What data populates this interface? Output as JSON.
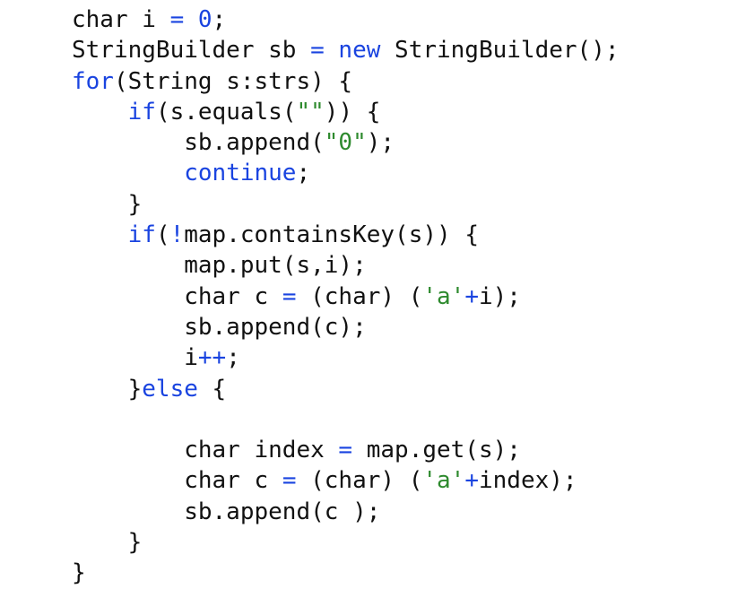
{
  "colors": {
    "keyword": "#1a44e0",
    "string": "#2e8a2e",
    "plain": "#111111"
  },
  "code_lines": [
    [
      {
        "t": "char i ",
        "c": "pl"
      },
      {
        "t": "=",
        "c": "op"
      },
      {
        "t": " ",
        "c": "pl"
      },
      {
        "t": "0",
        "c": "num"
      },
      {
        "t": ";",
        "c": "pl"
      }
    ],
    [
      {
        "t": "StringBuilder sb ",
        "c": "pl"
      },
      {
        "t": "=",
        "c": "op"
      },
      {
        "t": " ",
        "c": "pl"
      },
      {
        "t": "new",
        "c": "kw"
      },
      {
        "t": " StringBuilder();",
        "c": "pl"
      }
    ],
    [
      {
        "t": "for",
        "c": "kw"
      },
      {
        "t": "(String s:strs) {",
        "c": "pl"
      }
    ],
    [
      {
        "t": "    ",
        "c": "pl"
      },
      {
        "t": "if",
        "c": "kw"
      },
      {
        "t": "(s.equals(",
        "c": "pl"
      },
      {
        "t": "\"\"",
        "c": "str"
      },
      {
        "t": ")) {",
        "c": "pl"
      }
    ],
    [
      {
        "t": "        sb.append(",
        "c": "pl"
      },
      {
        "t": "\"0\"",
        "c": "str"
      },
      {
        "t": ");",
        "c": "pl"
      }
    ],
    [
      {
        "t": "        ",
        "c": "pl"
      },
      {
        "t": "continue",
        "c": "kw"
      },
      {
        "t": ";",
        "c": "pl"
      }
    ],
    [
      {
        "t": "    }",
        "c": "pl"
      }
    ],
    [
      {
        "t": "    ",
        "c": "pl"
      },
      {
        "t": "if",
        "c": "kw"
      },
      {
        "t": "(",
        "c": "pl"
      },
      {
        "t": "!",
        "c": "op"
      },
      {
        "t": "map.containsKey(s)) {",
        "c": "pl"
      }
    ],
    [
      {
        "t": "        map.put(s,i);",
        "c": "pl"
      }
    ],
    [
      {
        "t": "        char c ",
        "c": "pl"
      },
      {
        "t": "=",
        "c": "op"
      },
      {
        "t": " (char) (",
        "c": "pl"
      },
      {
        "t": "'a'",
        "c": "str"
      },
      {
        "t": "+",
        "c": "op"
      },
      {
        "t": "i);",
        "c": "pl"
      }
    ],
    [
      {
        "t": "        sb.append(c);",
        "c": "pl"
      }
    ],
    [
      {
        "t": "        i",
        "c": "pl"
      },
      {
        "t": "++",
        "c": "op"
      },
      {
        "t": ";",
        "c": "pl"
      }
    ],
    [
      {
        "t": "    }",
        "c": "pl"
      },
      {
        "t": "else",
        "c": "kw"
      },
      {
        "t": " {",
        "c": "pl"
      }
    ],
    [
      {
        "t": "",
        "c": "pl"
      }
    ],
    [
      {
        "t": "        char index ",
        "c": "pl"
      },
      {
        "t": "=",
        "c": "op"
      },
      {
        "t": " map.get(s);",
        "c": "pl"
      }
    ],
    [
      {
        "t": "        char c ",
        "c": "pl"
      },
      {
        "t": "=",
        "c": "op"
      },
      {
        "t": " (char) (",
        "c": "pl"
      },
      {
        "t": "'a'",
        "c": "str"
      },
      {
        "t": "+",
        "c": "op"
      },
      {
        "t": "index);",
        "c": "pl"
      }
    ],
    [
      {
        "t": "        sb.append(c );",
        "c": "pl"
      }
    ],
    [
      {
        "t": "    }",
        "c": "pl"
      }
    ],
    [
      {
        "t": "}",
        "c": "pl"
      }
    ]
  ]
}
